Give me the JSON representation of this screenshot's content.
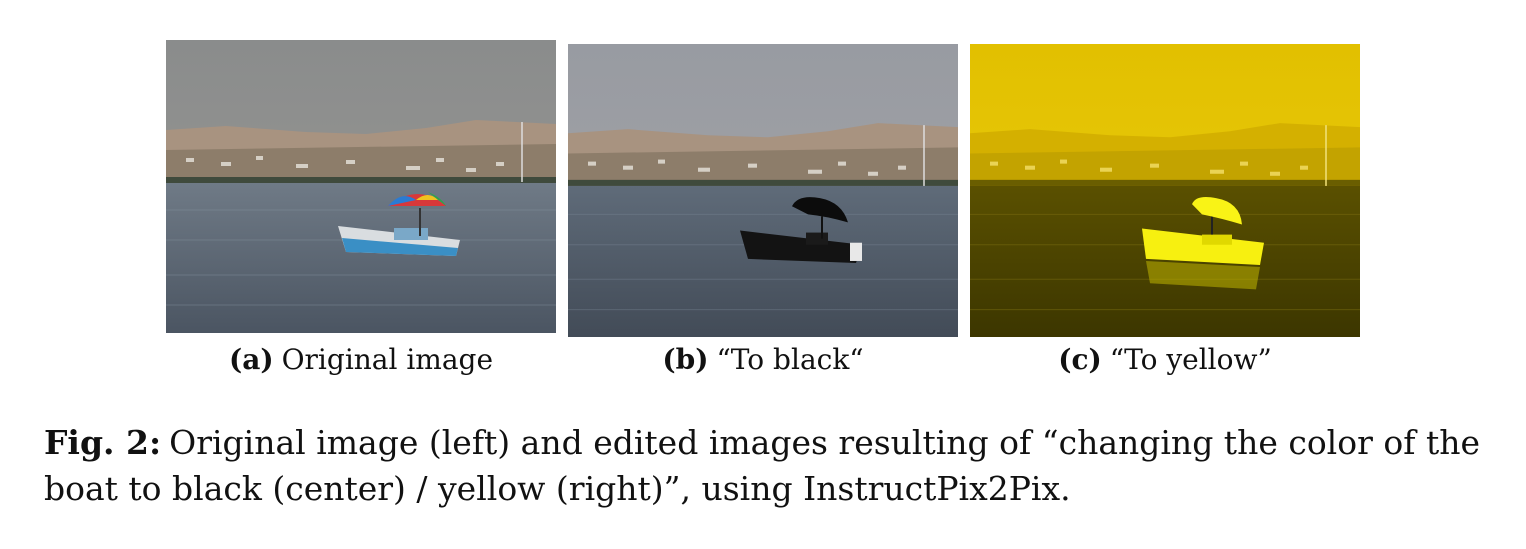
{
  "panels": [
    {
      "label": "(a)",
      "caption": "Original image",
      "variant": "original"
    },
    {
      "label": "(b)",
      "caption": "“To black“",
      "variant": "black"
    },
    {
      "label": "(c)",
      "caption": "“To yellow”",
      "variant": "yellow"
    }
  ],
  "figure_caption": {
    "label": "Fig. 2:",
    "text": "Original image (left) and edited images resulting of “changing the color of the boat to black (center) / yellow (right)”, using InstructPix2Pix."
  },
  "colors": {
    "sky_original": "#8c8e8f",
    "sky_black": "#9a9da3",
    "sky_yellow": "#e6c300",
    "water_original": "#5a6572",
    "water_black": "#505a68",
    "water_yellow": "#4a4200",
    "boat_black": "#151515",
    "boat_yellow": "#f5ee10"
  }
}
